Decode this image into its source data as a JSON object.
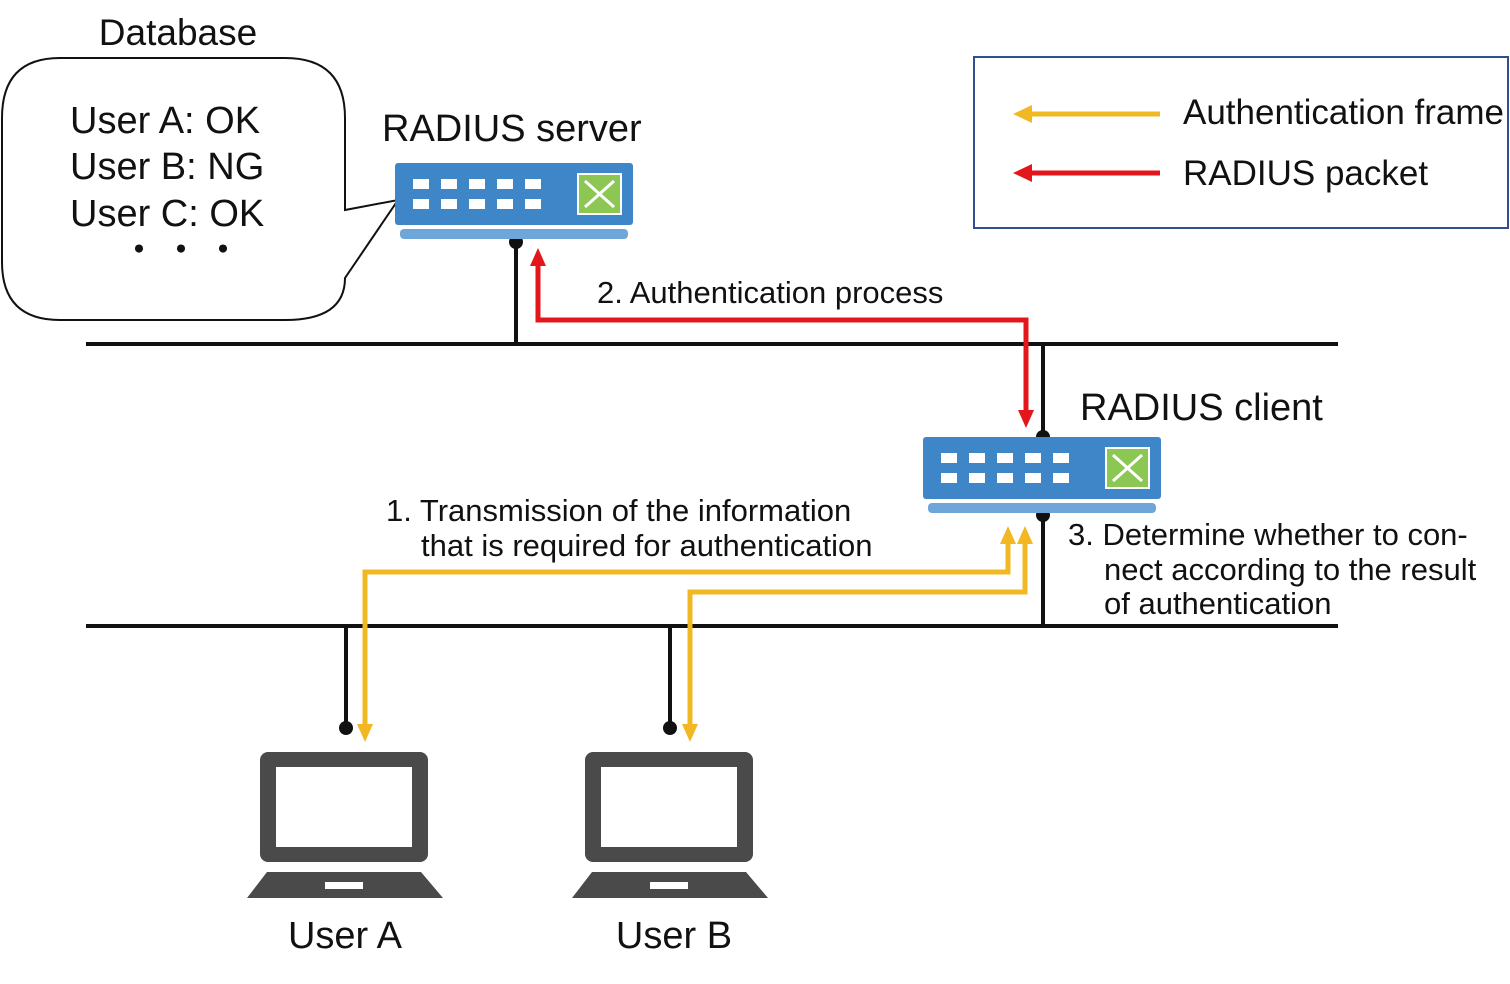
{
  "database": {
    "title": "Database",
    "entries": [
      "User A: OK",
      "User B: NG",
      "User C: OK"
    ],
    "ellipsis": "・・・"
  },
  "devices": {
    "server_label": "RADIUS server",
    "client_label": "RADIUS client"
  },
  "steps": {
    "step1": [
      "1. Transmission of the information",
      "that is required for authentication"
    ],
    "step2": "2. Authentication process",
    "step3": [
      "3. Determine whether to con-",
      "nect according to the result",
      "of authentication"
    ]
  },
  "legend": {
    "items": [
      {
        "label": "Authentication frame",
        "color": "#F2B824"
      },
      {
        "label": "RADIUS packet",
        "color": "#E3171B"
      }
    ]
  },
  "computers": [
    {
      "label": "User A"
    },
    {
      "label": "User B"
    }
  ],
  "colors": {
    "line": "#111111",
    "auth_frame": "#F2B824",
    "radius_packet": "#E3171B",
    "switch_body": "#3F86C8",
    "switch_base": "#6FA6DA",
    "switch_panel": "#8CC653",
    "laptop": "#4A4A4A",
    "legend_border": "#2F4F8F"
  }
}
